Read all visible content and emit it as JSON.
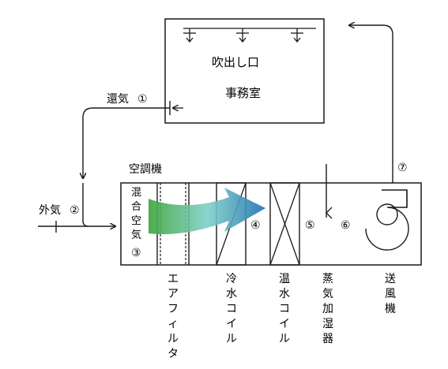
{
  "room": {
    "outlet_label": "吹出し口",
    "name": "事務室"
  },
  "unit": {
    "title": "空調機",
    "mixed_air_label": [
      "混",
      "合",
      "空",
      "気"
    ]
  },
  "labels": {
    "return_air": "還気",
    "outside_air": "外気"
  },
  "points": {
    "p1": "①",
    "p2": "②",
    "p3": "③",
    "p4": "④",
    "p5": "⑤",
    "p6": "⑥",
    "p7": "⑦"
  },
  "components": [
    {
      "id": "air_filter",
      "chars": [
        "エ",
        "ア",
        "フ",
        "ィ",
        "ル",
        "タ"
      ]
    },
    {
      "id": "cold_coil",
      "chars": [
        "冷",
        "水",
        "コ",
        "イ",
        "ル"
      ]
    },
    {
      "id": "hot_coil",
      "chars": [
        "温",
        "水",
        "コ",
        "イ",
        "ル"
      ]
    },
    {
      "id": "humidifier",
      "chars": [
        "蒸",
        "気",
        "加",
        "湿",
        "器"
      ]
    },
    {
      "id": "fan",
      "chars": [
        "送",
        "風",
        "機"
      ]
    }
  ],
  "colors": {
    "line": "#1a1a1a",
    "flow_start": "#3aa43a",
    "flow_mid": "#6fc8c8",
    "flow_end": "#1c6fb0"
  }
}
